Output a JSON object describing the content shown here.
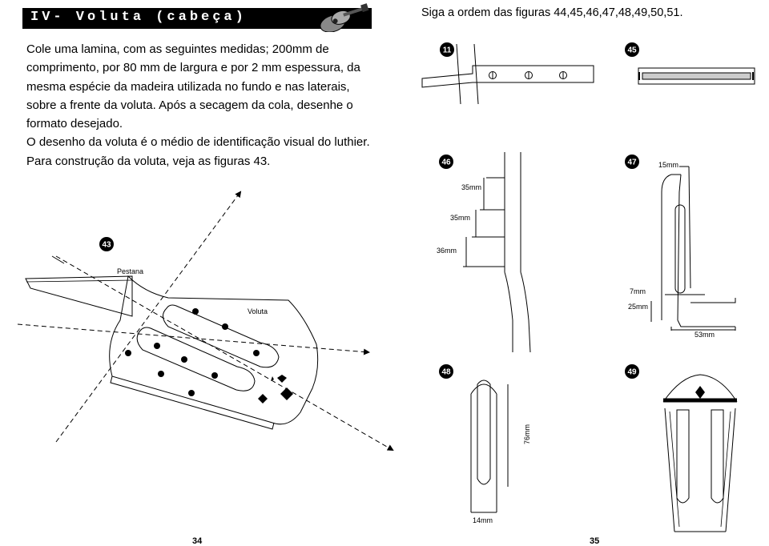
{
  "header": {
    "title": "IV- Voluta (cabeça)"
  },
  "intro": {
    "lines": [
      "Cole uma lamina, com as seguintes medidas; 200mm de",
      "comprimento, por 80 mm de largura e por 2 mm espessura, da",
      "mesma espécie da madeira utilizada no fundo e nas laterais,",
      "sobre a frente da voluta. Após a secagem da cola, desenhe o",
      "formato desejado.",
      "O desenho da  voluta é o médio de identificação visual do luthier.",
      "Para construção da voluta, veja as figuras 43."
    ]
  },
  "right_instruction": "Siga a ordem das figuras 44,45,46,47,48,49,50,51.",
  "figures": {
    "f44": {
      "badge": "11"
    },
    "f45": {
      "badge": "45"
    },
    "f46": {
      "badge": "46",
      "dim1": "35mm",
      "dim2": "35mm",
      "dim3": "36mm"
    },
    "f47": {
      "badge": "47",
      "dim_top": "15mm",
      "dim_a": "7mm",
      "dim_b": "25mm",
      "dim_w": "53mm"
    },
    "f43": {
      "badge": "43",
      "label_pestana": "Pestana",
      "label_voluta": "Voluta"
    },
    "f48": {
      "badge": "48",
      "dim_len": "76mm",
      "dim_w": "14mm"
    },
    "f49": {
      "badge": "49"
    }
  },
  "pages": {
    "left": "34",
    "right": "35"
  },
  "colors": {
    "header_bg": "#000000",
    "badge_bg": "#000000",
    "slot_fill": "#cccccc"
  }
}
